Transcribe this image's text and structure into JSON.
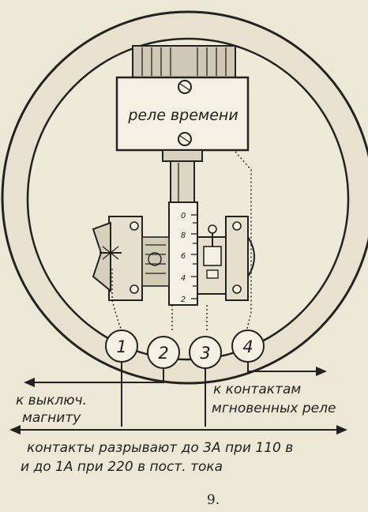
{
  "diagram": {
    "relay_label": "реле времени",
    "terminals": [
      "1",
      "2",
      "3",
      "4"
    ],
    "left_label_line1": "к выключ.",
    "left_label_line2": "магниту",
    "right_label_line1": "к контактам",
    "right_label_line2": "мгновенных реле",
    "note_line1": "контакты разрывают до 3А при 110 в",
    "note_line2": "и до 1А при 220 в пост. тока",
    "scale_marks": [
      "0",
      "8",
      "6",
      "4",
      "2"
    ],
    "figure_number": "9."
  }
}
